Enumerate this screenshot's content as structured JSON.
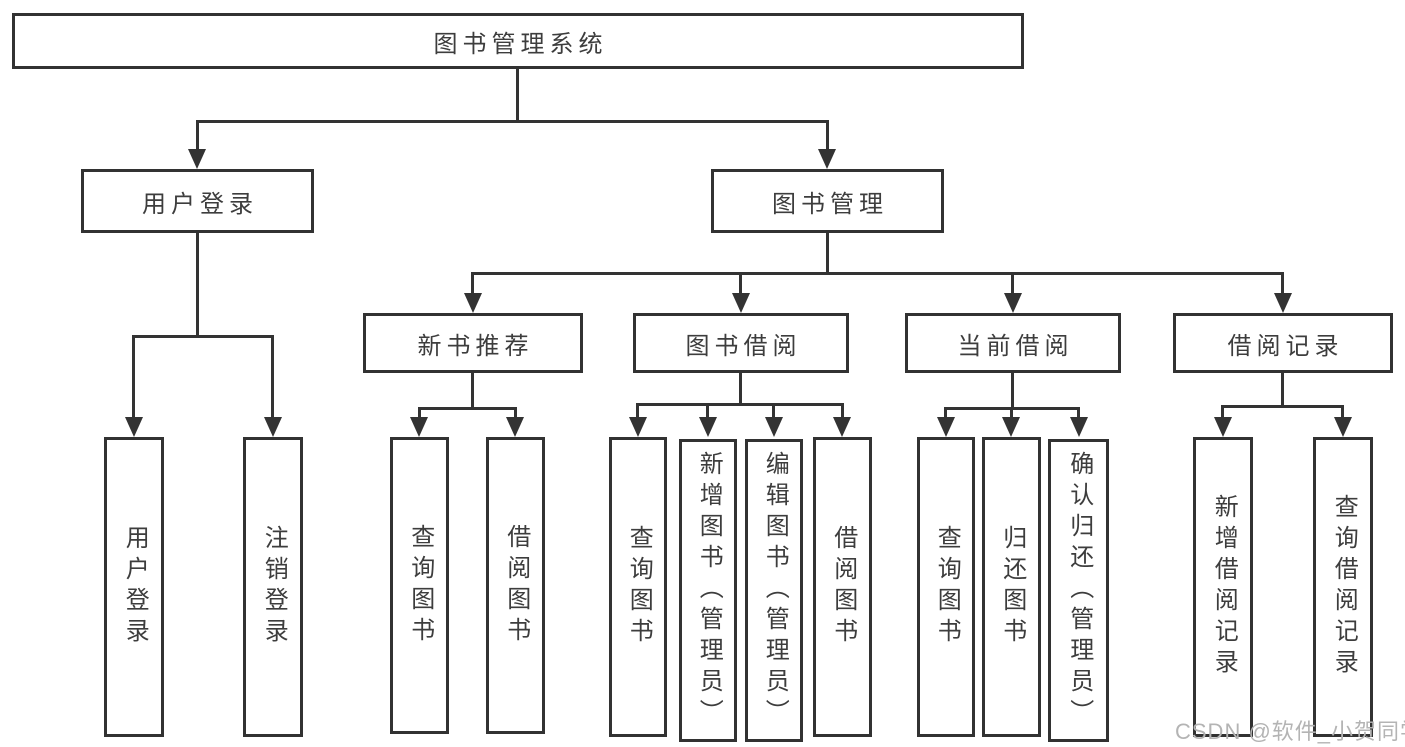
{
  "root": {
    "label": "图书管理系统"
  },
  "level2": {
    "user_login": {
      "label": "用户登录"
    },
    "book_management": {
      "label": "图书管理"
    }
  },
  "level3": {
    "new_book_recommend": {
      "label": "新书推荐"
    },
    "book_borrow": {
      "label": "图书借阅"
    },
    "current_borrow": {
      "label": "当前借阅"
    },
    "borrow_record": {
      "label": "借阅记录"
    }
  },
  "leaves": {
    "user_login": {
      "label": "用户登录"
    },
    "logout": {
      "label": "注销登录"
    },
    "nr_query_book": {
      "label": "查询图书"
    },
    "nr_borrow_book": {
      "label": "借阅图书"
    },
    "bb_query_book": {
      "label": "查询图书"
    },
    "bb_add_book": {
      "label": "新增图书（管理员）"
    },
    "bb_edit_book": {
      "label": "编辑图书（管理员）"
    },
    "bb_borrow_book": {
      "label": "借阅图书"
    },
    "cb_query_book": {
      "label": "查询图书"
    },
    "cb_return_book": {
      "label": "归还图书"
    },
    "cb_confirm_return": {
      "label": "确认归还（管理员）"
    },
    "br_add_record": {
      "label": "新增借阅记录"
    },
    "br_query_record": {
      "label": "查询借阅记录"
    }
  },
  "watermark": {
    "text": "CSDN @软件_小贺同学"
  },
  "colors": {
    "line": "#333333",
    "border": "#323232",
    "text": "#3d3d3d",
    "watermark": "#b4b4b4",
    "background": "#ffffff"
  }
}
